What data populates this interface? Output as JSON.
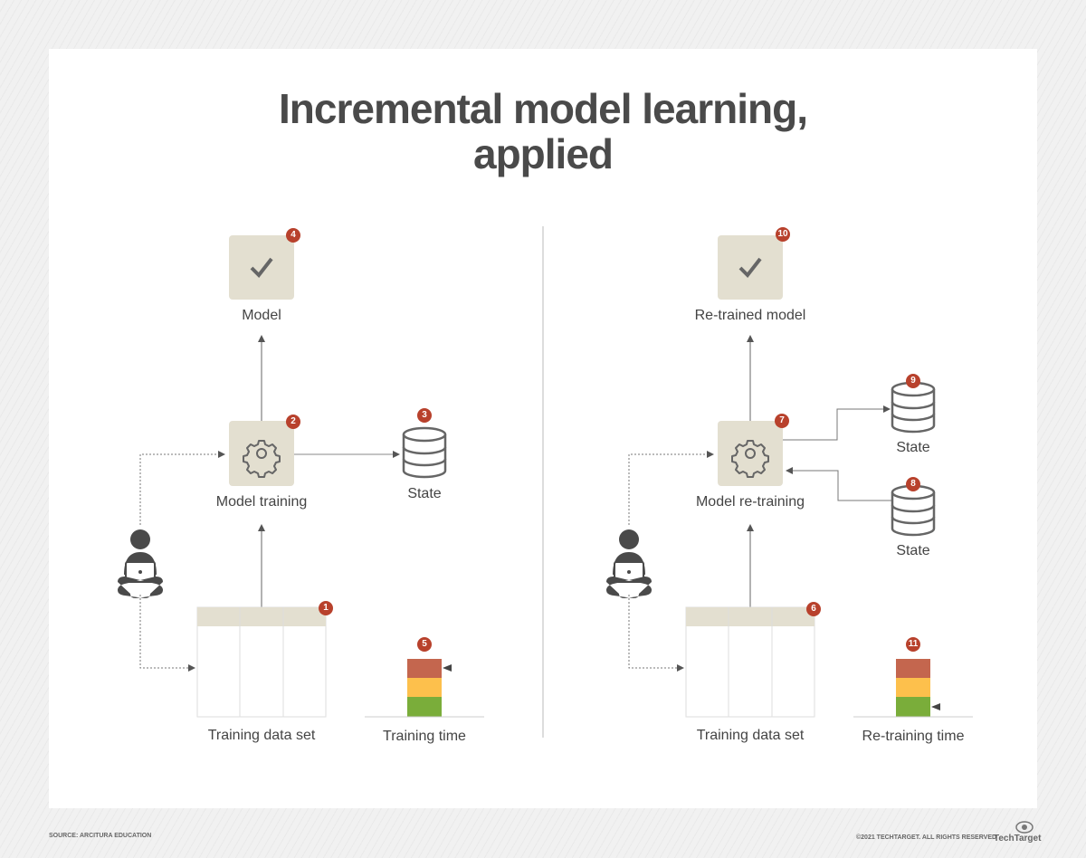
{
  "title_line1": "Incremental model learning,",
  "title_line2": "applied",
  "left": {
    "model": "Model",
    "training": "Model training",
    "state": "State",
    "dataset": "Training data set",
    "time": "Training time",
    "badges": [
      "1",
      "2",
      "3",
      "4",
      "5"
    ]
  },
  "right": {
    "model": "Re-trained model",
    "training": "Model re-training",
    "state_out": "State",
    "state_in": "State",
    "dataset": "Training data set",
    "time": "Re-training time",
    "badges": [
      "6",
      "7",
      "8",
      "9",
      "10",
      "11"
    ]
  },
  "colors": {
    "box": "#e3dfd0",
    "badge": "#b8412c",
    "red": "#c4664e",
    "yellow": "#fdc04c",
    "green": "#7aad3a",
    "db_blue": "#c5d9df"
  },
  "footer": {
    "source": "SOURCE: ARCITURA EDUCATION",
    "copyright": "©2021 TECHTARGET. ALL RIGHTS RESERVED",
    "logo": "TechTarget"
  }
}
